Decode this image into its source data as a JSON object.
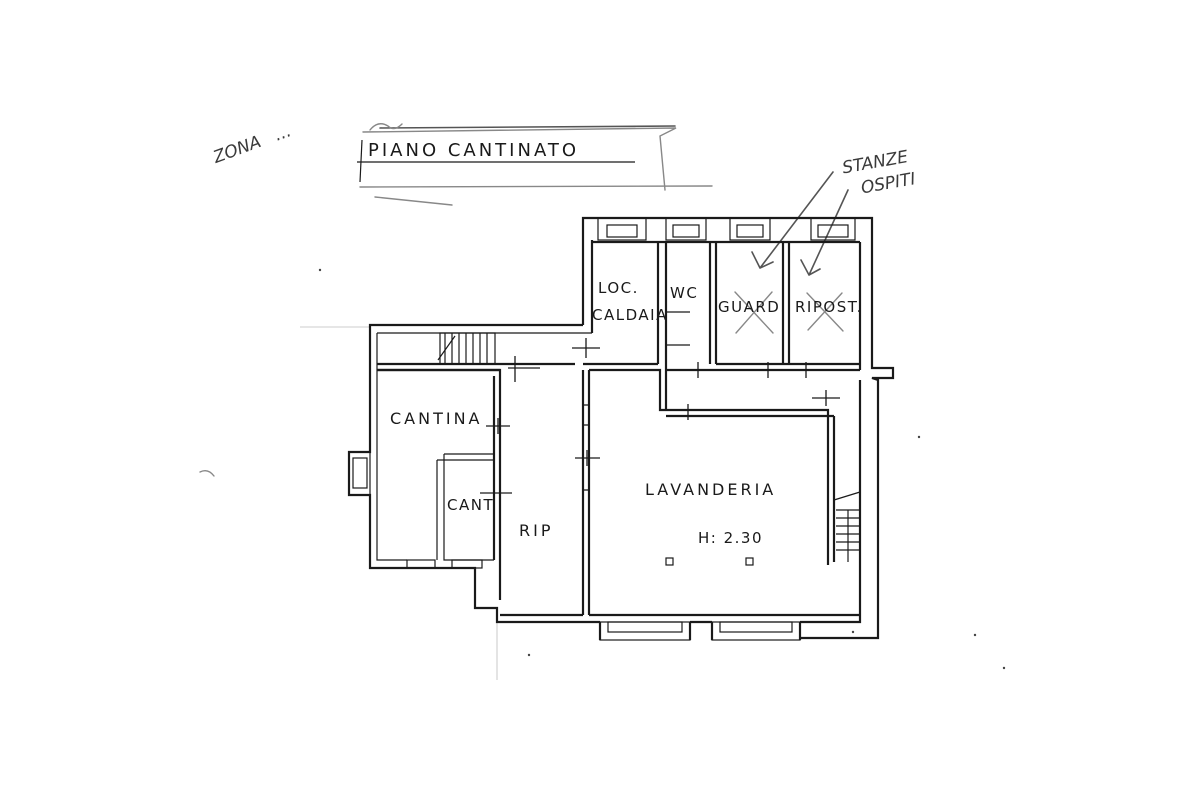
{
  "title": "PIANO CANTINATO",
  "annotations": {
    "zona": "ZONA",
    "zona_suffix": "...",
    "stanze": "STANZE",
    "ospiti": "OSPITI"
  },
  "rooms": {
    "loc": "LOC.",
    "caldaia": "CALDAIA",
    "wc": "WC",
    "guard": "GUARD.",
    "ripost": "RIPOST.",
    "cantina": "CANTINA",
    "cant": "CANT",
    "rip": "RIP",
    "lavanderia": "LAVANDERIA",
    "height": "H: 2.30"
  }
}
